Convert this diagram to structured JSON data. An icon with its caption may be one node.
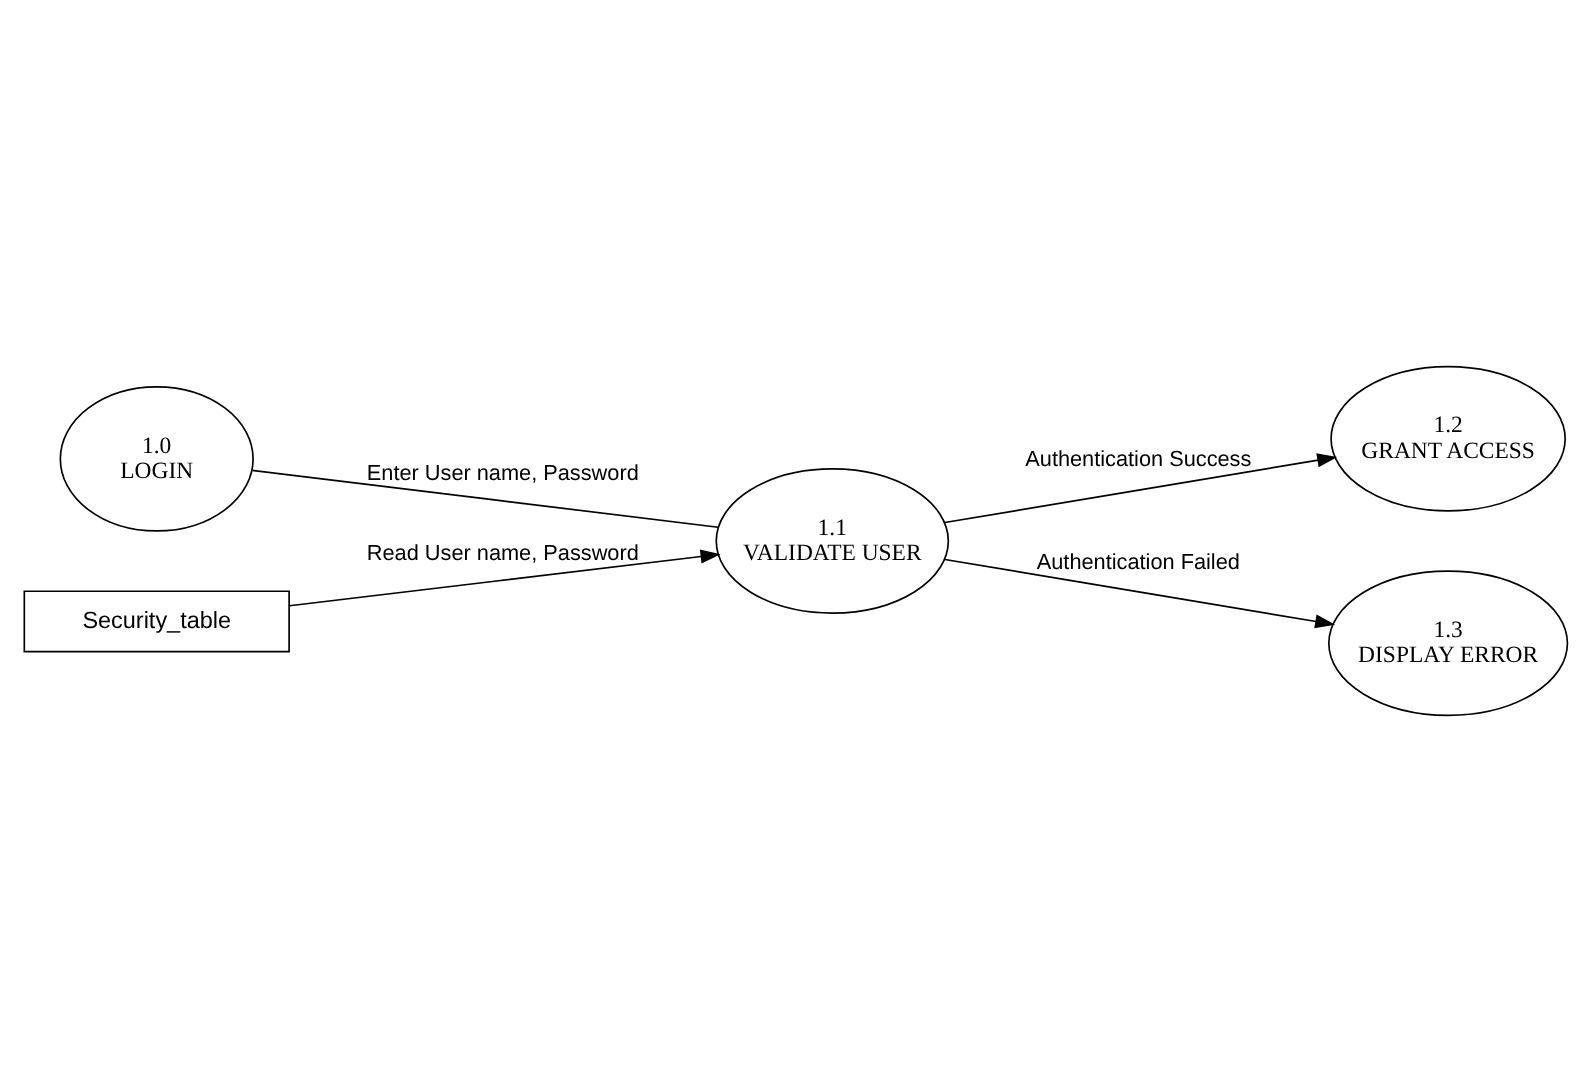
{
  "diagram": {
    "nodes": [
      {
        "text": [
          "1.0",
          "LOGIN"
        ]
      },
      {
        "text": [
          "1.1",
          "VALIDATE USER"
        ]
      },
      {
        "text": [
          "1.2",
          "GRANT ACCESS"
        ]
      },
      {
        "text": [
          "1.3",
          "DISPLAY ERROR"
        ]
      },
      {
        "text": [
          "Security_table"
        ]
      }
    ],
    "edges": [
      {
        "from": 0,
        "to": 1,
        "arrow": "none",
        "label": "Enter User name, Password"
      },
      {
        "from": 1,
        "to": 2,
        "arrow": "to",
        "label": "Authentication Success"
      },
      {
        "from": 1,
        "to": 3,
        "arrow": "to",
        "label": "Authentication Failed"
      },
      {
        "from": 4,
        "to": 1,
        "arrow": "to",
        "label": "Read User name, Password"
      }
    ]
  }
}
